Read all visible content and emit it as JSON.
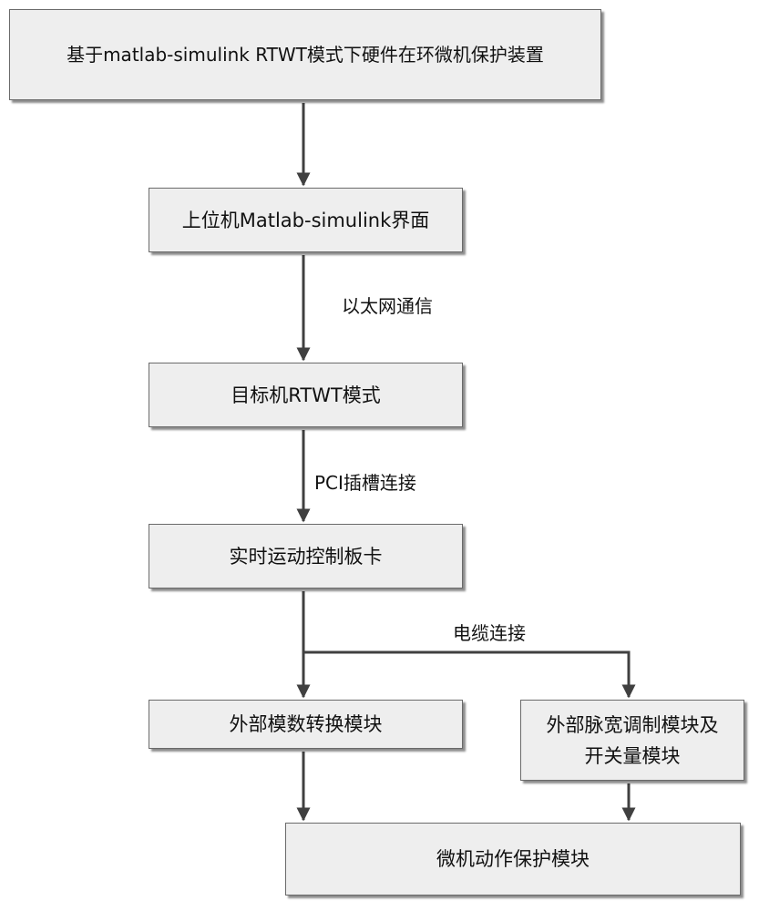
{
  "nodes": {
    "device": {
      "label": "基于matlab-simulink RTWT模式下硬件在环微机保护装置"
    },
    "host": {
      "label": "上位机Matlab-simulink界面"
    },
    "target": {
      "label": "目标机RTWT模式"
    },
    "card": {
      "label": "实时运动控制板卡"
    },
    "adc": {
      "label": "外部模数转换模块"
    },
    "pwm": {
      "line1": "外部脉宽调制模块及",
      "line2": "开关量模块"
    },
    "protection": {
      "label": "微机动作保护模块"
    }
  },
  "edges": {
    "ethernet": "以太网通信",
    "pci": "PCI插槽连接",
    "cable": "电缆连接"
  },
  "colors": {
    "box_fill": "#eeeeee",
    "box_border": "#6a6a6a",
    "arrow": "#404040"
  }
}
